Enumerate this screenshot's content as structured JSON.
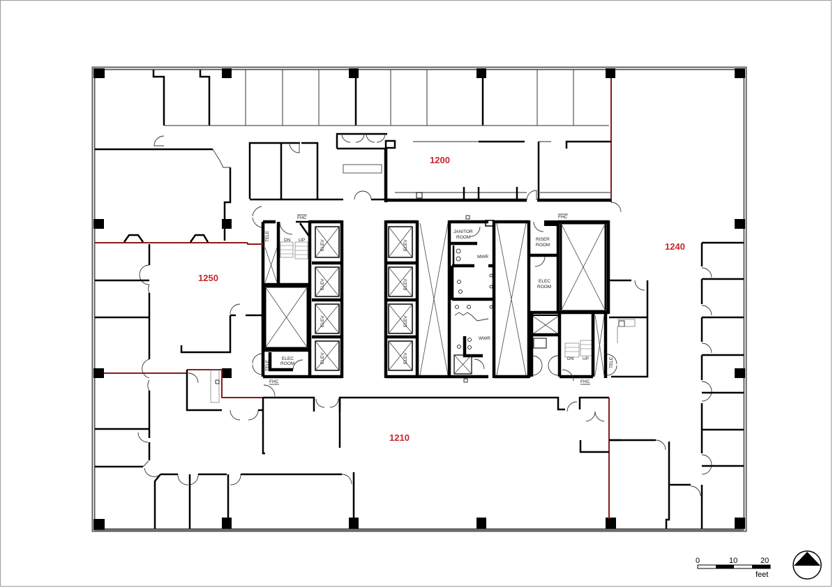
{
  "plan": {
    "rooms": [
      {
        "id": "1200",
        "label": "1200"
      },
      {
        "id": "1210",
        "label": "1210"
      },
      {
        "id": "1240",
        "label": "1240"
      },
      {
        "id": "1250",
        "label": "1250"
      }
    ],
    "core_labels": {
      "fhc": "FHC",
      "tele": "TELE",
      "elev": "ELEV",
      "elec": "ELEC",
      "room": "ROOM",
      "janitor": "JANITOR",
      "riser": "RISER",
      "mwr": "MWR",
      "wwr": "WWR",
      "dn": "DN",
      "up": "UP"
    },
    "colors": {
      "room_label": "#c8262b",
      "tenant_line": "#8b1a1a",
      "wall": "#000000"
    }
  },
  "scale_bar": {
    "ticks": [
      "0",
      "10",
      "20"
    ],
    "unit": "feet"
  },
  "north_arrow": {
    "icon": "north-arrow-icon"
  }
}
